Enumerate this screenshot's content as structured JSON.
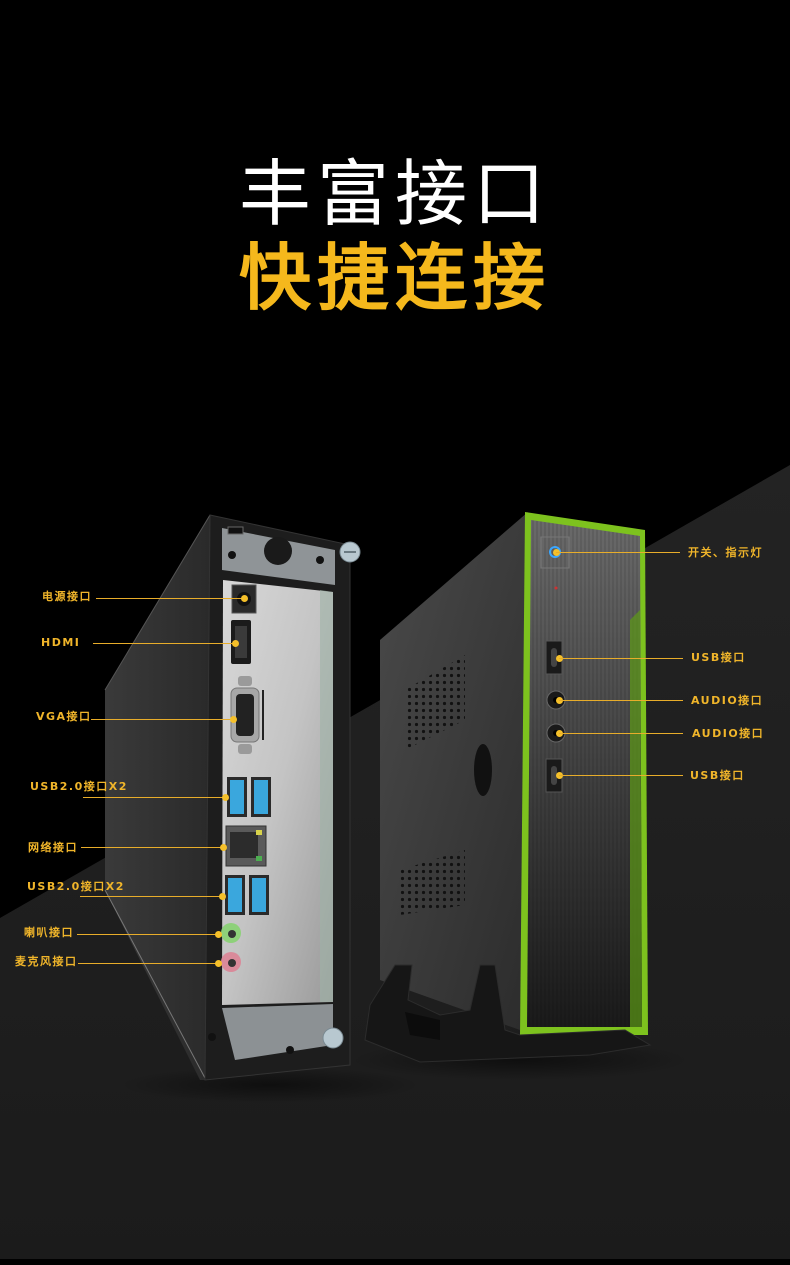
{
  "headline": {
    "line1": "丰富接口",
    "line2": "快捷连接"
  },
  "colors": {
    "background_top": "#000000",
    "background_diagonal": "#1e1e1e",
    "headline_white": "#ffffff",
    "headline_accent": "#f5b81c",
    "label_color": "#f0b52a",
    "bezel_green": "#7dc21e"
  },
  "rear_panel": {
    "labels": [
      {
        "text": "电源接口",
        "port": "dc-power"
      },
      {
        "text": "HDMI",
        "port": "hdmi"
      },
      {
        "text": "VGA接口",
        "port": "vga"
      },
      {
        "text": "USB2.0接口X2",
        "port": "usb-upper"
      },
      {
        "text": "网络接口",
        "port": "ethernet"
      },
      {
        "text": "USB2.0接口X2",
        "port": "usb-lower"
      },
      {
        "text": "喇叭接口",
        "port": "speaker"
      },
      {
        "text": "麦克风接口",
        "port": "microphone"
      }
    ]
  },
  "front_panel": {
    "labels": [
      {
        "text": "开关、指示灯",
        "port": "power-button"
      },
      {
        "text": "USB接口",
        "port": "usb-c-upper"
      },
      {
        "text": "AUDIO接口",
        "port": "audio-headphone"
      },
      {
        "text": "AUDIO接口",
        "port": "audio-mic"
      },
      {
        "text": "USB接口",
        "port": "usb-c-lower"
      }
    ]
  }
}
